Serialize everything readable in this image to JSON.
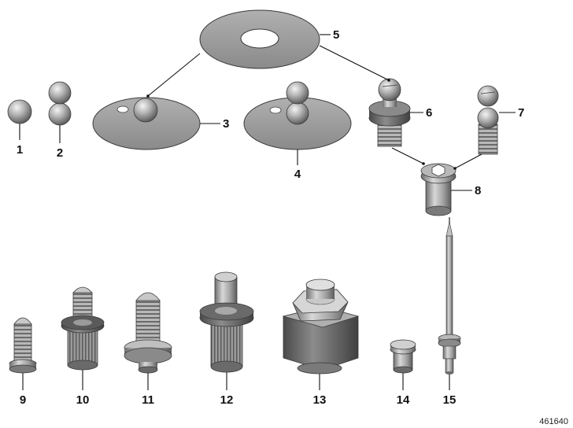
{
  "diagram": {
    "reference_number": "461640",
    "parts": [
      {
        "number": "1"
      },
      {
        "number": "2"
      },
      {
        "number": "3"
      },
      {
        "number": "4"
      },
      {
        "number": "5"
      },
      {
        "number": "6"
      },
      {
        "number": "7"
      },
      {
        "number": "8"
      },
      {
        "number": "9"
      },
      {
        "number": "10"
      },
      {
        "number": "11"
      },
      {
        "number": "12"
      },
      {
        "number": "13"
      },
      {
        "number": "14"
      },
      {
        "number": "15"
      }
    ]
  },
  "colors": {
    "metal_light": "#c9c9c9",
    "metal_mid": "#9a9a9a",
    "metal_dark": "#5e5e5e",
    "outline": "#3a3a3a",
    "label": "#111111"
  }
}
